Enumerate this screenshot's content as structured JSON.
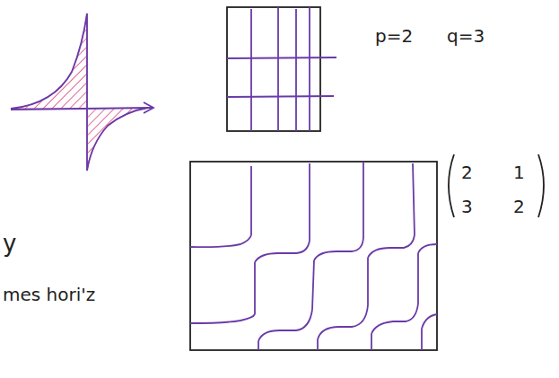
{
  "diagram": {
    "labels": [
      "p=2",
      "q=3",
      "2",
      "1",
      "3",
      "2",
      "y",
      "mes hori'z"
    ]
  }
}
